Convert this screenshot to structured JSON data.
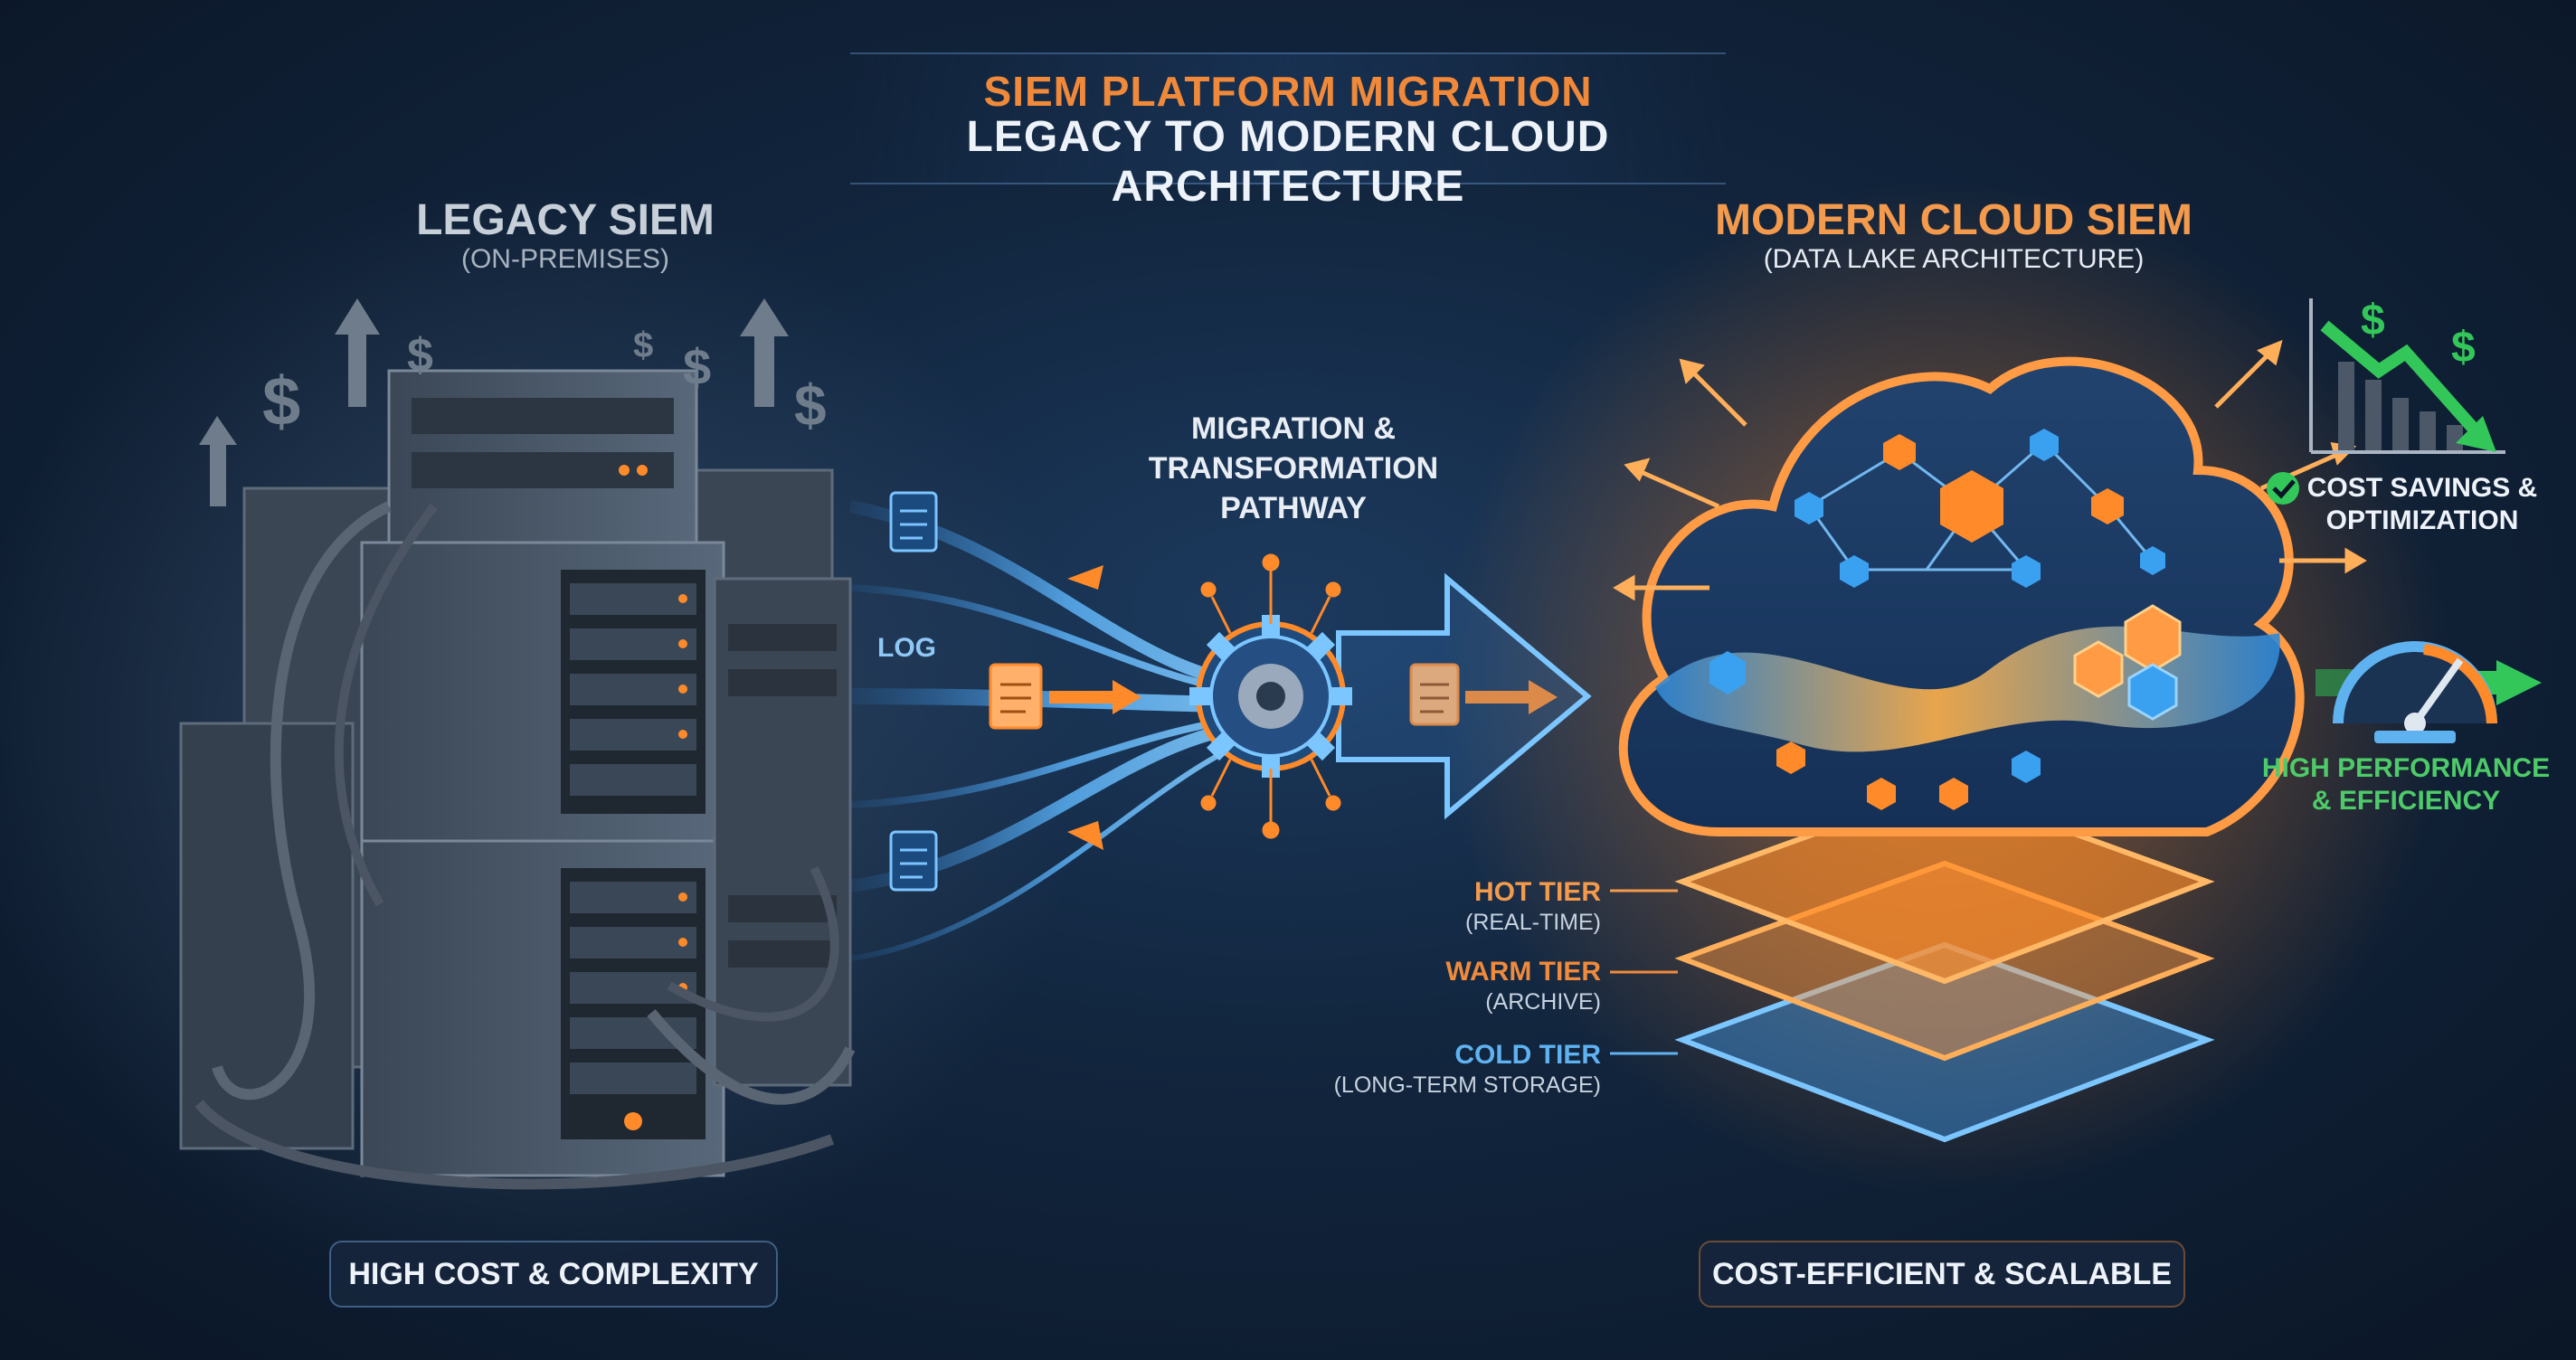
{
  "title": {
    "line1": "SIEM PLATFORM MIGRATION",
    "line2": "LEGACY TO MODERN CLOUD ARCHITECTURE"
  },
  "legacy": {
    "heading": "LEGACY SIEM",
    "subheading": "(ON-PREMISES)",
    "badge": "HIGH COST & COMPLEXITY"
  },
  "migration": {
    "line1": "MIGRATION &",
    "line2": "TRANSFORMATION",
    "line3": "PATHWAY",
    "log_label": "LOG"
  },
  "modern": {
    "heading": "MODERN CLOUD SIEM",
    "subheading": "(DATA LAKE ARCHITECTURE)",
    "badge": "COST-EFFICIENT & SCALABLE"
  },
  "tiers": [
    {
      "name": "HOT TIER",
      "desc": "(REAL-TIME)",
      "color": "#f39a4d"
    },
    {
      "name": "WARM TIER",
      "desc": "(ARCHIVE)",
      "color": "#f08a3c"
    },
    {
      "name": "COLD TIER",
      "desc": "(LONG-TERM STORAGE)",
      "color": "#5fb2f0"
    }
  ],
  "benefits": {
    "cost_line1": "COST SAVINGS &",
    "cost_line2": "OPTIMIZATION",
    "perf_line1": "HIGH PERFORMANCE",
    "perf_line2": "& EFFICIENCY"
  },
  "icons": {
    "currency": "$",
    "check": "checkmark-icon",
    "gauge": "speedometer-icon",
    "gear": "gear-icon",
    "cloud": "cloud-icon",
    "server": "server-rack-icon"
  },
  "colors": {
    "accent_orange": "#f0893a",
    "accent_blue": "#5fb2f0",
    "accent_green": "#4ecb69"
  }
}
